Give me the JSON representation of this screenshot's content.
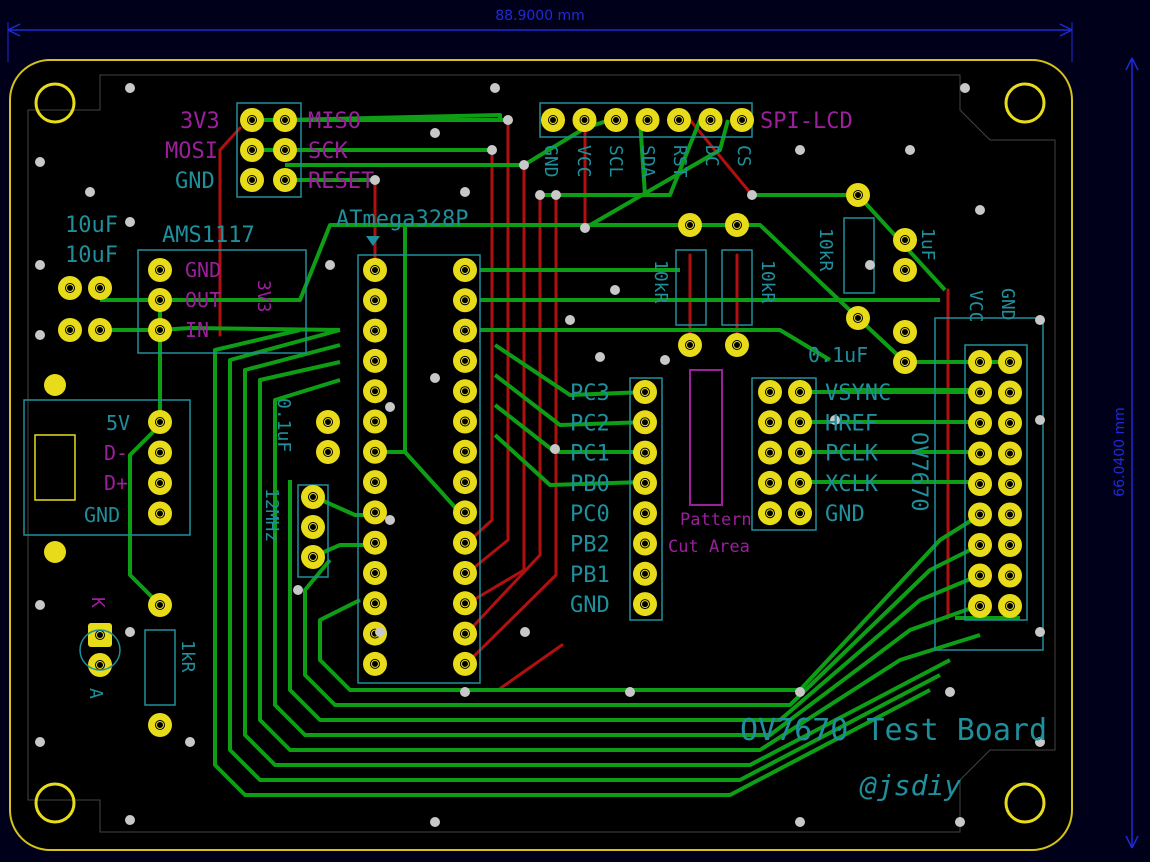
{
  "dimension_top": "88.9000 mm",
  "dimension_right": "66.0400 mm",
  "board_title": "OV7670 Test Board",
  "author": "@jsdiy",
  "labels": {
    "isp_3v3": "3V3",
    "isp_mosi": "MOSI",
    "isp_gnd": "GND",
    "isp_miso": "MISO",
    "isp_sck": "SCK",
    "isp_reset": "RESET",
    "cap1": "10uF",
    "cap2": "10uF",
    "regulator": "AMS1117",
    "reg_gnd": "GND",
    "reg_out": "OUT",
    "reg_in": "IN",
    "reg_3v3": "3V3",
    "mcu": "ATmega328P",
    "spi_lcd": "SPI-LCD",
    "lcd_gnd": "GND",
    "lcd_vcc": "VCC",
    "lcd_scl": "SCL",
    "lcd_sda": "SDA",
    "lcd_rst": "RST",
    "lcd_dc": "DC",
    "lcd_cs": "CS",
    "r1": "10kR",
    "r2": "10kR",
    "r3": "10kR",
    "cap_1uf": "1uF",
    "cap_01uf_right": "0.1uF",
    "cap_01uf_mid": "0.1uF",
    "crystal": "12MHz",
    "usb_5v": "5V",
    "usb_dm": "D-",
    "usb_dp": "D+",
    "usb_gnd": "GND",
    "led_k": "K",
    "led_a": "A",
    "r_led": "1kR",
    "pins_left": [
      "PC3",
      "PC2",
      "PC1",
      "PB0",
      "PC0",
      "PB2",
      "PB1",
      "GND"
    ],
    "pins_right": [
      "VSYNC",
      "HREF",
      "PCLK",
      "XCLK",
      "GND"
    ],
    "cam_vcc": "VCC",
    "cam_gnd": "GND",
    "camera": "OV7670",
    "pattern": "Pattern",
    "cut_area": "Cut Area"
  },
  "colors": {
    "background": "#00001a",
    "edge": "#d4c21a",
    "dimension": "#1e2ad6",
    "front_copper": "#0e9e16",
    "back_copper": "#b01010",
    "pad": "#e8dc1a",
    "silk": "#1f8f9c",
    "silk_back": "#9c1f9c",
    "via": "#c8c8c8"
  }
}
